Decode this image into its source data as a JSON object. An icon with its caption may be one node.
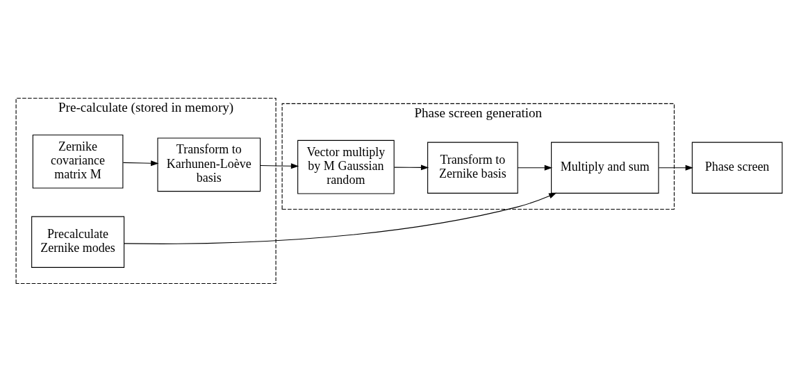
{
  "diagram": {
    "nodes": [
      {
        "text": [
          "Pre-calculate (stored in memory)"
        ]
      },
      {
        "text": [
          "Zernike covariance matrix M"
        ],
        "in": 0
      },
      {
        "text": [
          "Transform to Karhunen-Loève basis"
        ],
        "in": 0
      },
      {
        "text": [
          "Precalculate Zernike modes"
        ],
        "in": 0
      },
      {
        "text": [
          "Phase screen generation"
        ]
      },
      {
        "text": [
          "Vector multiply by M Gaussian random"
        ],
        "in": 4
      },
      {
        "text": [
          "Transform to Zernike basis"
        ],
        "in": 4
      },
      {
        "text": [
          "Multiply and sum"
        ],
        "in": 4
      },
      {
        "text": [
          "Phase screen"
        ]
      }
    ],
    "edges": [
      {
        "from": 1,
        "to": 2,
        "arrow": "to"
      },
      {
        "from": 2,
        "to": 5,
        "arrow": "to"
      },
      {
        "from": 5,
        "to": 6,
        "arrow": "to"
      },
      {
        "from": 6,
        "to": 7,
        "arrow": "to"
      },
      {
        "from": 3,
        "to": 7,
        "arrow": "to"
      },
      {
        "from": 7,
        "to": 8,
        "arrow": "to"
      }
    ]
  }
}
